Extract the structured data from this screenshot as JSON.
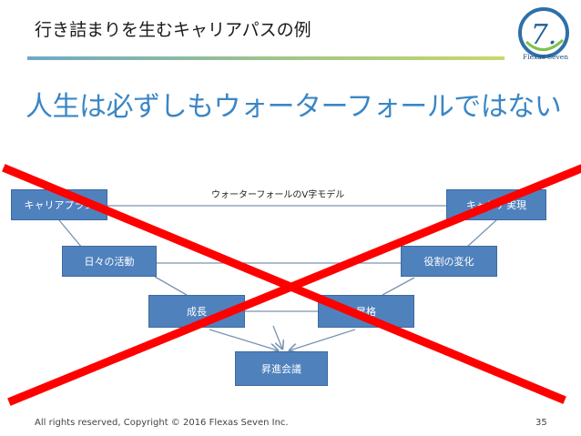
{
  "header": {
    "title": "行き詰まりを生むキャリアパスの例",
    "logo_text": "Flexas Seven",
    "logo_glyph": "7."
  },
  "main": {
    "heading": "人生は必ずしもウォーターフォールではない"
  },
  "diagram": {
    "vmodel_label": "ウォーターフォールのV字モデル",
    "boxes": {
      "career_plan": "キャリアプラン",
      "daily_activities": "日々の活動",
      "growth": "成長",
      "promotion_meeting": "昇進会議",
      "promotion": "昇格",
      "role_change": "役割の変化",
      "career_realization": "キャリア実現"
    },
    "box_color": "#4f81bd",
    "cross_color": "#ff0000",
    "crossed_out": true
  },
  "footer": {
    "copyright": "All rights reserved, Copyright © 2016 Flexas Seven Inc.",
    "page_number": "35"
  }
}
